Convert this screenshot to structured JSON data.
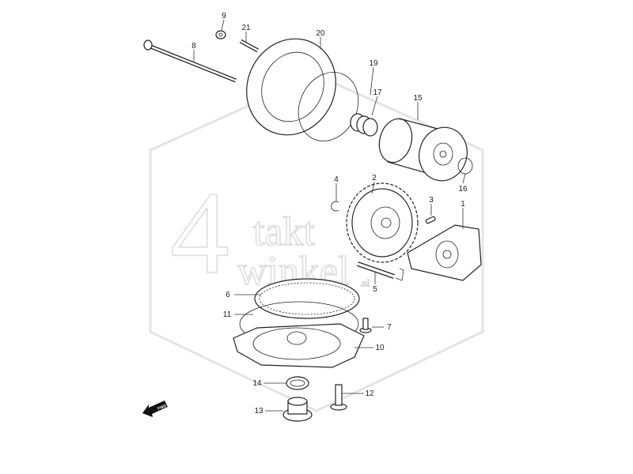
{
  "watermark": {
    "line1": "4",
    "line2": "takt",
    "line3": "winkel",
    "suffix": ".nl"
  },
  "fwd_arrow": {
    "label": "FWD"
  },
  "callouts": {
    "p1": "1",
    "p2": "2",
    "p3": "3",
    "p4": "4",
    "p5": "5",
    "p6": "6",
    "p7": "7",
    "p8": "8",
    "p9": "9",
    "p10": "10",
    "p11": "11",
    "p12": "12",
    "p13": "13",
    "p14": "14",
    "p15": "15",
    "p16": "16",
    "p17": "17",
    "p19": "19",
    "p20": "20",
    "p21": "21"
  }
}
